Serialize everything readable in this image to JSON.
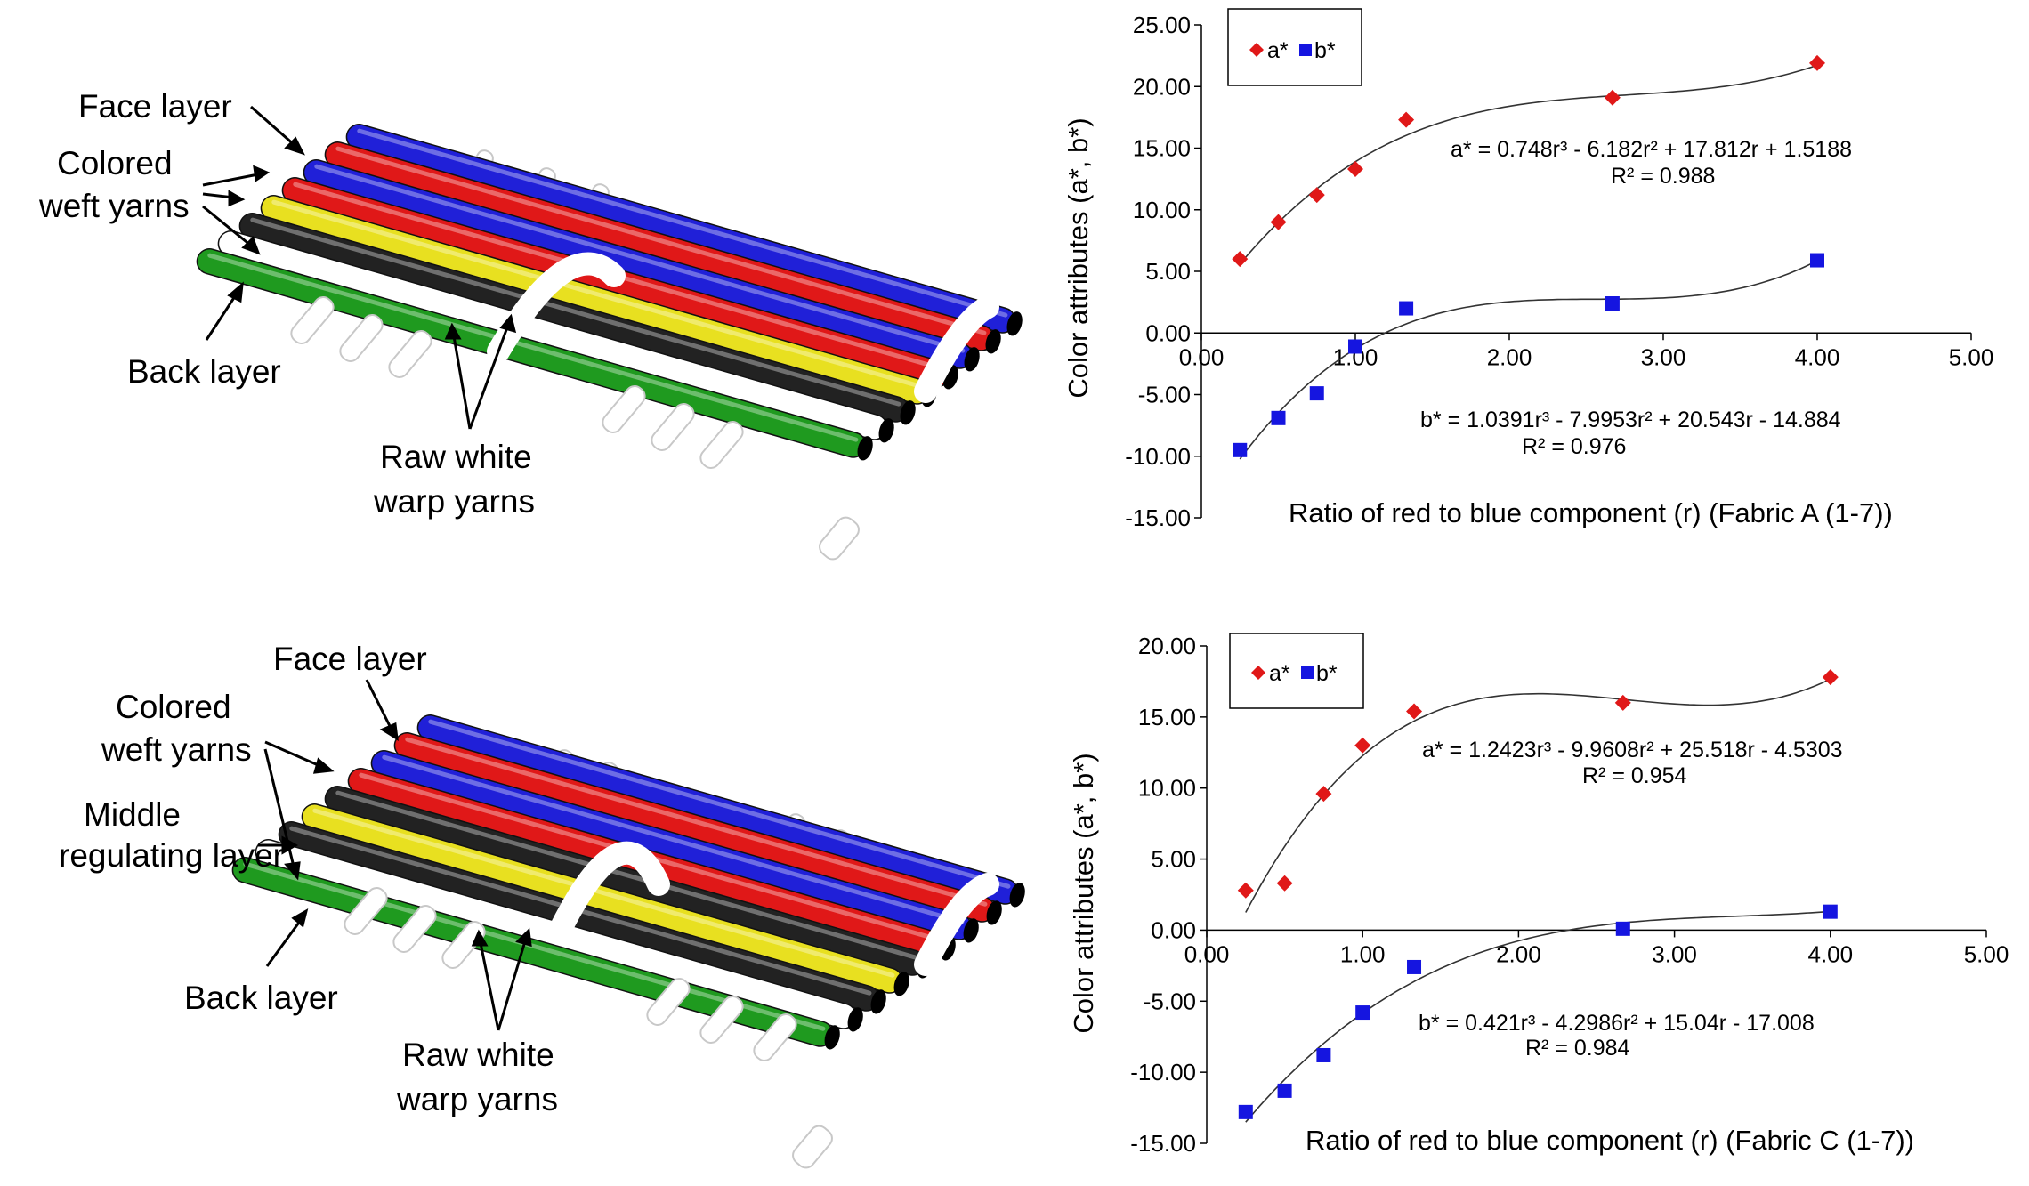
{
  "diagrams": [
    {
      "labels": {
        "face": "Face layer",
        "colored1": "Colored",
        "colored2": "weft yarns",
        "back": "Back layer",
        "raw1": "Raw white",
        "raw2": "warp yarns"
      },
      "weft_colors": [
        "#2020d8",
        "#e01818",
        "#2020d8",
        "#e01818",
        "#e8e020",
        "#222222",
        "#ffffff",
        "#1f9a1f"
      ]
    },
    {
      "labels": {
        "face": "Face layer",
        "colored1": "Colored",
        "colored2": "weft yarns",
        "middle1": "Middle",
        "middle2": "regulating layer",
        "back": "Back layer",
        "raw1": "Raw white",
        "raw2": "warp yarns"
      },
      "weft_colors": [
        "#2020d8",
        "#e01818",
        "#2020d8",
        "#e01818",
        "#222222",
        "#e8e020",
        "#222222",
        "#ffffff",
        "#1f9a1f"
      ]
    }
  ],
  "chart_data": [
    {
      "type": "scatter",
      "xlabel": "Ratio of red to blue component (r) (Fabric A (1-7))",
      "ylabel": "Color attributes (a*, b*)",
      "xlim": [
        0,
        5
      ],
      "ylim": [
        -15,
        25
      ],
      "xticks": [
        "0.00",
        "1.00",
        "2.00",
        "3.00",
        "4.00",
        "5.00"
      ],
      "yticks": [
        "25.00",
        "20.00",
        "15.00",
        "10.00",
        "5.00",
        "0.00",
        "-5.00",
        "-10.00",
        "-15.00"
      ],
      "legend_position": "top-left",
      "series": [
        {
          "name": "a*",
          "color": "#e01818",
          "marker": "diamond",
          "x": [
            0.25,
            0.5,
            0.75,
            1.0,
            1.33,
            2.67,
            4.0
          ],
          "y": [
            6.0,
            9.0,
            11.2,
            13.3,
            17.3,
            19.1,
            21.9
          ],
          "fit": [
            0.748,
            -6.182,
            17.812,
            1.5188
          ],
          "equation": "a* = 0.748r³ - 6.182r² + 17.812r + 1.5188",
          "r2": "R² = 0.988"
        },
        {
          "name": "b*",
          "color": "#1515e0",
          "marker": "square",
          "x": [
            0.25,
            0.5,
            0.75,
            1.0,
            1.33,
            2.67,
            4.0
          ],
          "y": [
            -9.5,
            -6.9,
            -4.9,
            -1.1,
            2.0,
            2.4,
            5.9
          ],
          "fit": [
            1.0391,
            -7.9953,
            20.543,
            -14.884
          ],
          "equation": "b* = 1.0391r³ - 7.9953r² + 20.543r - 14.884",
          "r2": "R² = 0.976"
        }
      ]
    },
    {
      "type": "scatter",
      "xlabel": "Ratio of red to blue component (r) (Fabric C (1-7))",
      "ylabel": "Color attributes (a*, b*)",
      "xlim": [
        0,
        5
      ],
      "ylim": [
        -15,
        20
      ],
      "xticks": [
        "0.00",
        "1.00",
        "2.00",
        "3.00",
        "4.00",
        "5.00"
      ],
      "yticks": [
        "20.00",
        "15.00",
        "10.00",
        "5.00",
        "0.00",
        "-5.00",
        "-10.00",
        "-15.00"
      ],
      "legend_position": "top-left",
      "series": [
        {
          "name": "a*",
          "color": "#e01818",
          "marker": "diamond",
          "x": [
            0.25,
            0.5,
            0.75,
            1.0,
            1.33,
            2.67,
            4.0
          ],
          "y": [
            2.8,
            3.3,
            9.6,
            13.0,
            15.4,
            16.0,
            17.8
          ],
          "fit": [
            1.2423,
            -9.9608,
            25.518,
            -4.5303
          ],
          "equation": "a* = 1.2423r³ - 9.9608r² + 25.518r - 4.5303",
          "r2": "R² = 0.954"
        },
        {
          "name": "b*",
          "color": "#1515e0",
          "marker": "square",
          "x": [
            0.25,
            0.5,
            0.75,
            1.0,
            1.33,
            2.67,
            4.0
          ],
          "y": [
            -12.8,
            -11.3,
            -8.8,
            -5.8,
            -2.6,
            0.1,
            1.3
          ],
          "fit": [
            0.421,
            -4.2986,
            15.04,
            -17.008
          ],
          "equation": "b* = 0.421r³ - 4.2986r² + 15.04r - 17.008",
          "r2": "R² = 0.984"
        }
      ]
    }
  ]
}
